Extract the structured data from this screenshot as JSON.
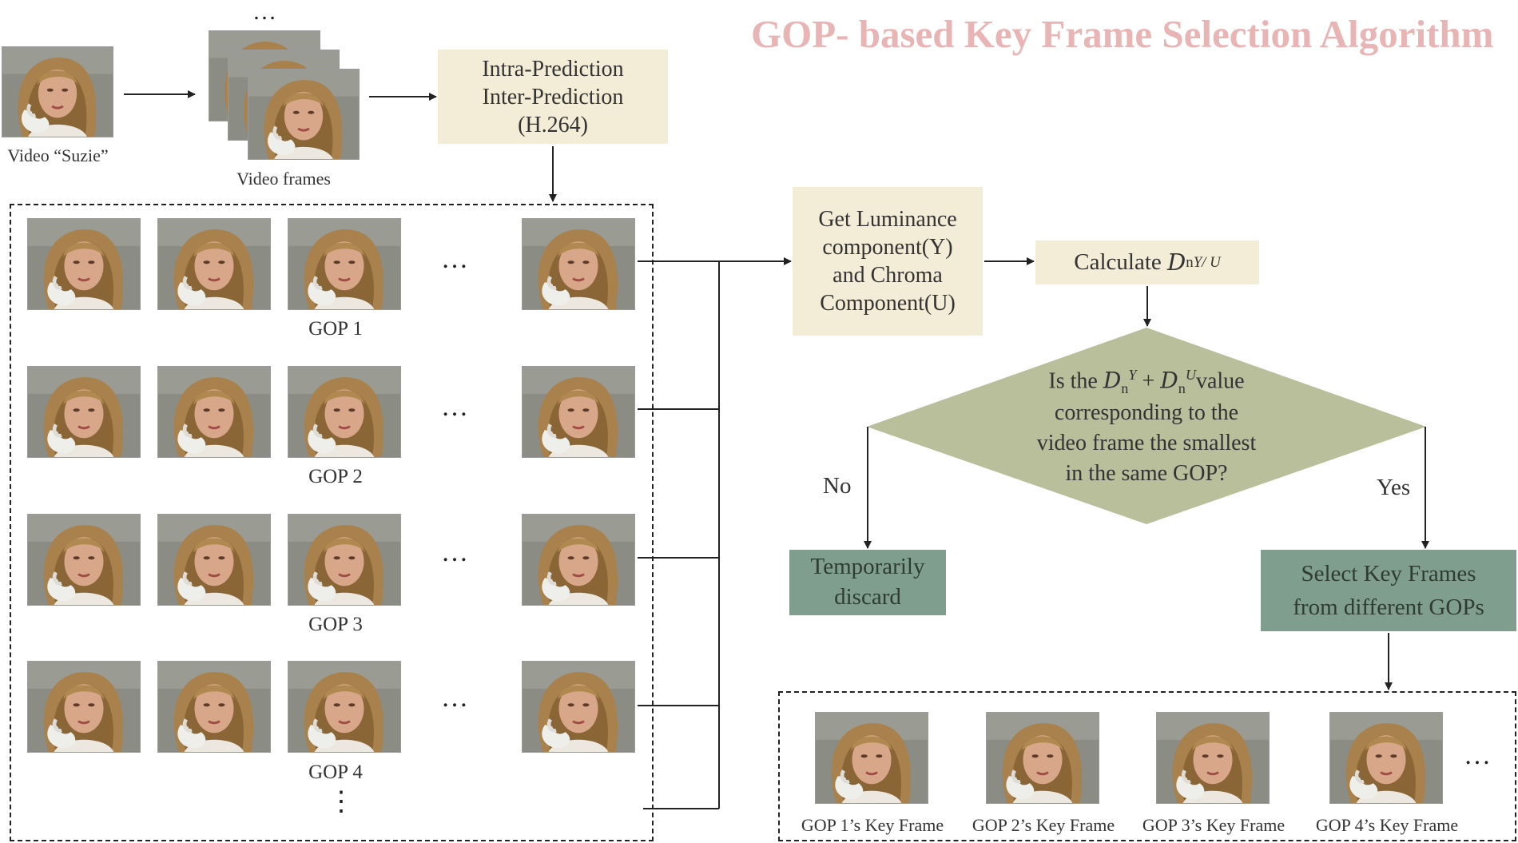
{
  "title": "GOP- based Key Frame Selection Algorithm",
  "video": {
    "caption": "Video “Suzie”"
  },
  "frames_stack": {
    "caption": "Video frames",
    "dots": "…"
  },
  "encoder_box": {
    "line1": "Intra-Prediction",
    "line2": "Inter-Prediction",
    "line3": "(H.264)"
  },
  "gops": [
    {
      "label": "GOP 1"
    },
    {
      "label": "GOP 2"
    },
    {
      "label": "GOP 3"
    },
    {
      "label": "GOP 4"
    }
  ],
  "row_ellipsis": "…",
  "vertical_ellipsis": "⋮",
  "component_box": {
    "line1": "Get Luminance",
    "line2": "component(Y)",
    "line3": "and Chroma",
    "line4": "Component(U)"
  },
  "calc_box": {
    "text": "Calculate",
    "var": "D",
    "sub": "n",
    "sup": "Y/ U"
  },
  "decision": {
    "prefix": "Is the",
    "var": "D",
    "sub": "n",
    "sup1": "Y",
    "plus": "+",
    "sup2": "U",
    "suffix": "value",
    "line2": "corresponding to the",
    "line3": "video frame the smallest",
    "line4": "in the same GOP?"
  },
  "no_label": "No",
  "yes_label": "Yes",
  "discard_box": {
    "line1": "Temporarily",
    "line2": "discard"
  },
  "select_box": {
    "line1": "Select Key Frames",
    "line2": "from different GOPs"
  },
  "key_frames": [
    {
      "caption": "GOP 1’s Key Frame"
    },
    {
      "caption": "GOP 2’s Key Frame"
    },
    {
      "caption": "GOP 3’s Key Frame"
    },
    {
      "caption": "GOP 4’s Key Frame"
    }
  ],
  "key_ellipsis": "…",
  "colors": {
    "title": "#e8b4b4",
    "beige_box": "#f3ecd6",
    "green_box": "#7f9e8d",
    "diamond": "#b9bf9b"
  }
}
